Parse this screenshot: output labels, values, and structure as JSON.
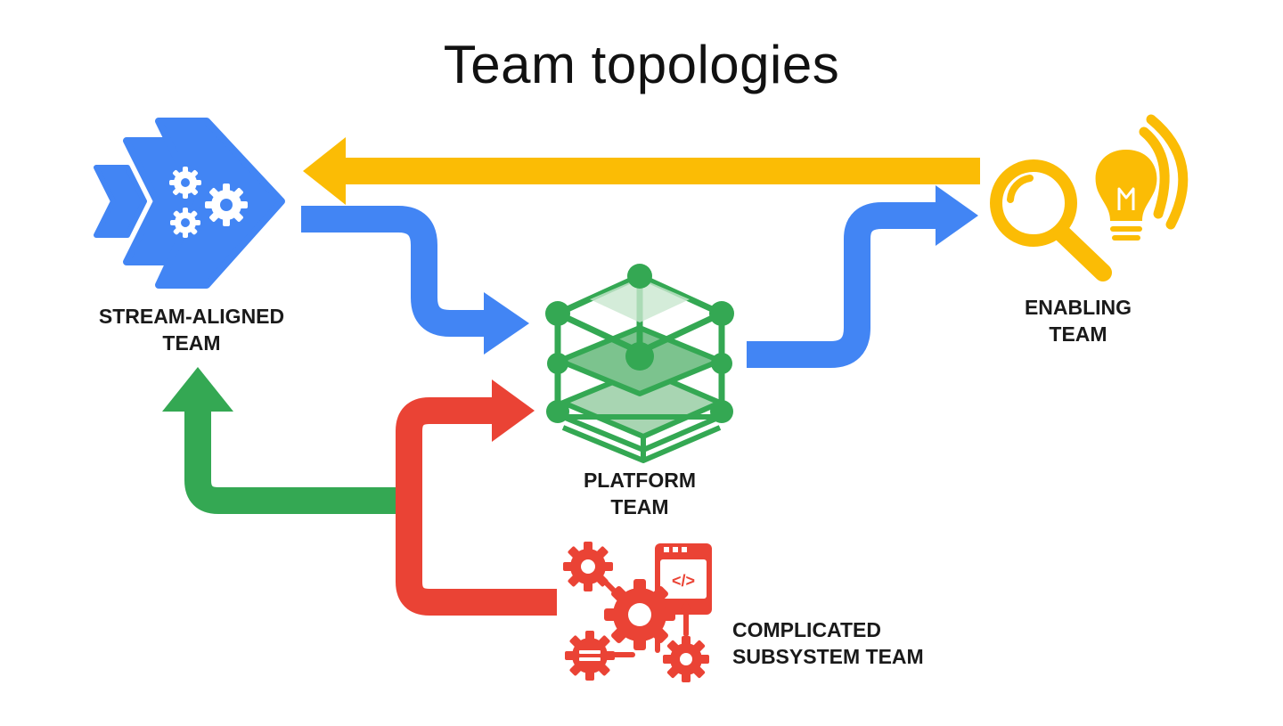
{
  "title": "Team topologies",
  "nodes": {
    "stream_aligned": {
      "line1": "STREAM-ALIGNED",
      "line2": "TEAM",
      "icon": "stream-chevron-gears-icon"
    },
    "platform": {
      "line1": "PLATFORM",
      "line2": "TEAM",
      "icon": "stacked-layers-network-icon"
    },
    "enabling": {
      "line1": "ENABLING",
      "line2": "TEAM",
      "icon": "magnifier-lightbulb-icon"
    },
    "complicated_subsystem": {
      "line1": "COMPLICATED",
      "line2": "SUBSYSTEM TEAM",
      "icon": "gears-code-window-icon"
    }
  },
  "colors": {
    "blue": "#4285F4",
    "green": "#34A853",
    "yellow": "#FBBC05",
    "red": "#EA4335",
    "title": "#111111"
  },
  "edges": [
    {
      "from": "enabling",
      "to": "stream_aligned",
      "color": "yellow"
    },
    {
      "from": "stream_aligned",
      "to": "platform",
      "color": "blue"
    },
    {
      "from": "platform",
      "to": "enabling",
      "color": "blue"
    },
    {
      "from": "complicated_subsystem",
      "to": "platform",
      "color": "red"
    },
    {
      "from": "complicated_subsystem",
      "to": "stream_aligned",
      "color": "green"
    }
  ]
}
